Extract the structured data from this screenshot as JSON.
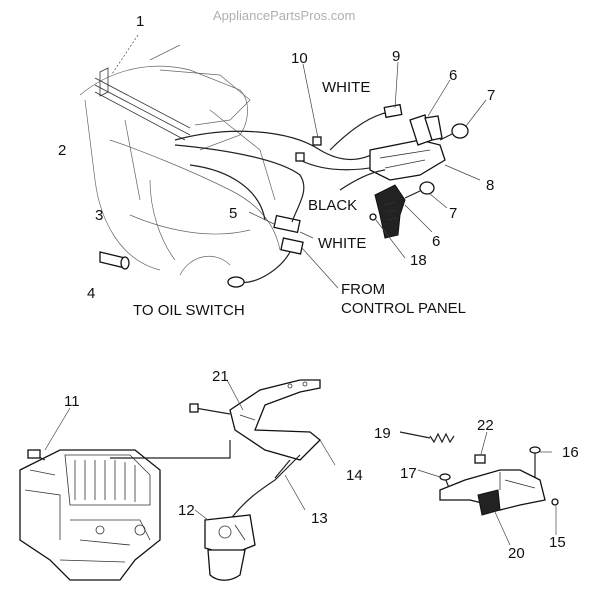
{
  "watermark": "AppliancePartsPros.com",
  "callouts": [
    "1",
    "2",
    "3",
    "4",
    "5",
    "6",
    "6",
    "7",
    "7",
    "8",
    "9",
    "10",
    "11",
    "12",
    "13",
    "14",
    "15",
    "16",
    "17",
    "18",
    "19",
    "20",
    "21",
    "22"
  ],
  "labels": {
    "white_top": "WHITE",
    "black": "BLACK",
    "white_mid": "WHITE",
    "from": "FROM",
    "control_panel": "CONTROL PANEL",
    "to_oil_switch": "TO OIL SWITCH"
  }
}
